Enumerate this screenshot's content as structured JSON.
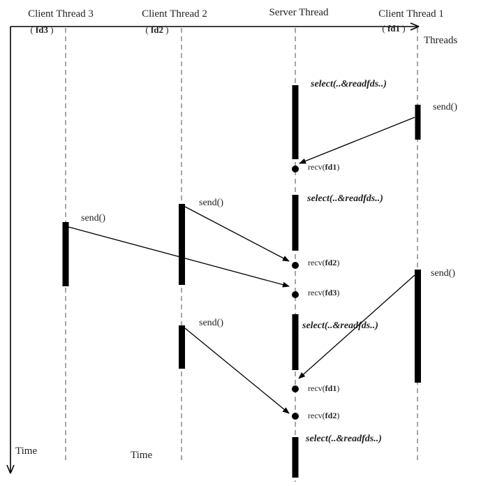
{
  "threads": {
    "client3": {
      "name": "Client Thread 3",
      "fd": "fd3"
    },
    "client2": {
      "name": "Client Thread 2",
      "fd": "fd2"
    },
    "server": {
      "name": "Server Thread"
    },
    "client1": {
      "name": "Client Thread 1",
      "fd": "fd1"
    }
  },
  "axes": {
    "x_label": "Threads",
    "y_label": "Time",
    "time_label_2": "Time"
  },
  "labels": {
    "send": "send()",
    "select": "select(..&readfds..)",
    "recv_prefix": "recv(",
    "recv_suffix": ")"
  },
  "server_events": [
    {
      "kind": "select"
    },
    {
      "kind": "recv",
      "fd": "fd1"
    },
    {
      "kind": "select"
    },
    {
      "kind": "recv",
      "fd": "fd2"
    },
    {
      "kind": "recv",
      "fd": "fd3"
    },
    {
      "kind": "select"
    },
    {
      "kind": "recv",
      "fd": "fd1"
    },
    {
      "kind": "recv",
      "fd": "fd2"
    },
    {
      "kind": "select"
    }
  ],
  "messages": [
    {
      "from": "client1",
      "label": "send()",
      "to_fd": "fd1"
    },
    {
      "from": "client2",
      "label": "send()",
      "to_fd": "fd2"
    },
    {
      "from": "client3",
      "label": "send()",
      "to_fd": "fd3"
    },
    {
      "from": "client1",
      "label": "send()",
      "to_fd": "fd1"
    },
    {
      "from": "client2",
      "label": "send()",
      "to_fd": "fd2"
    }
  ],
  "colors": {
    "line": "#000000",
    "dashed": "#777777",
    "text": "#222222"
  }
}
